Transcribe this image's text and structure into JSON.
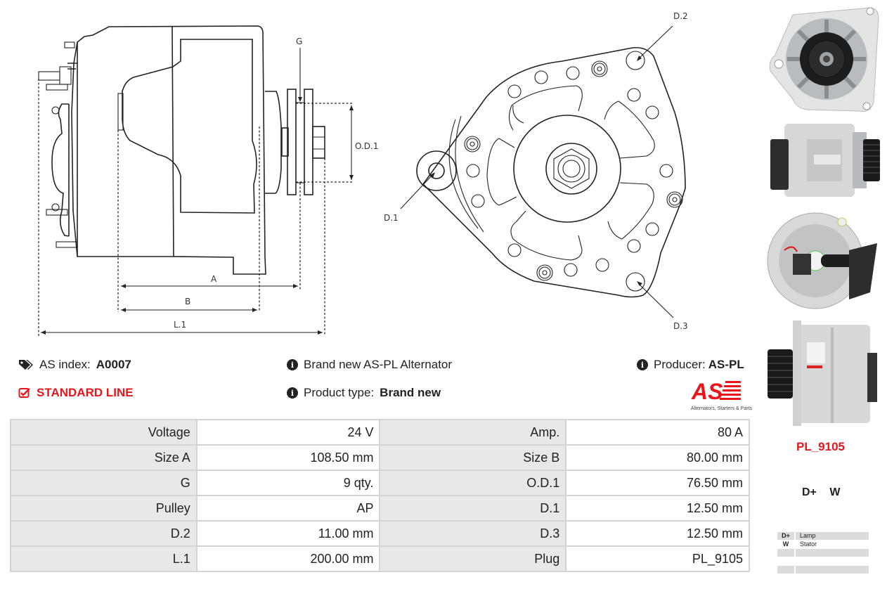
{
  "diagram": {
    "side_view_labels": {
      "g": "G",
      "od1": "O.D.1",
      "a": "A",
      "b": "B",
      "l1": "L.1"
    },
    "front_view_labels": {
      "d1": "D.1",
      "d2": "D.2",
      "d3": "D.3"
    }
  },
  "info": {
    "as_index_label": "AS index:",
    "as_index_value": "A0007",
    "line_label": "STANDARD LINE",
    "description": "Brand new AS-PL Alternator",
    "product_type_label": "Product type:",
    "product_type_value": "Brand new",
    "producer_label": "Producer:",
    "producer_value": "AS-PL",
    "logo_text": "AS",
    "logo_tagline": "Alternators, Starters & Parts"
  },
  "specs": [
    {
      "k1": "Voltage",
      "v1": "24 V",
      "k2": "Amp.",
      "v2": "80 A"
    },
    {
      "k1": "Size A",
      "v1": "108.50 mm",
      "k2": "Size B",
      "v2": "80.00 mm"
    },
    {
      "k1": "G",
      "v1": "9 qty.",
      "k2": "O.D.1",
      "v2": "76.50 mm"
    },
    {
      "k1": "Pulley",
      "v1": "AP",
      "k2": "D.1",
      "v2": "12.50 mm"
    },
    {
      "k1": "D.2",
      "v1": "11.00 mm",
      "k2": "D.3",
      "v2": "12.50 mm"
    },
    {
      "k1": "L.1",
      "v1": "200.00 mm",
      "k2": "Plug",
      "v2": "PL_9105"
    }
  ],
  "plug": {
    "title": "PL_9105",
    "terminals": "D+ W",
    "legend": [
      {
        "term": "D+",
        "desc": "Lamp"
      },
      {
        "term": "W",
        "desc": "Stator"
      },
      {
        "term": "",
        "desc": ""
      },
      {
        "term": "",
        "desc": ""
      },
      {
        "term": "",
        "desc": ""
      }
    ]
  },
  "colors": {
    "accent": "#e8161b",
    "key_bg": "#e8e8e8",
    "border": "#d4d4d4"
  }
}
